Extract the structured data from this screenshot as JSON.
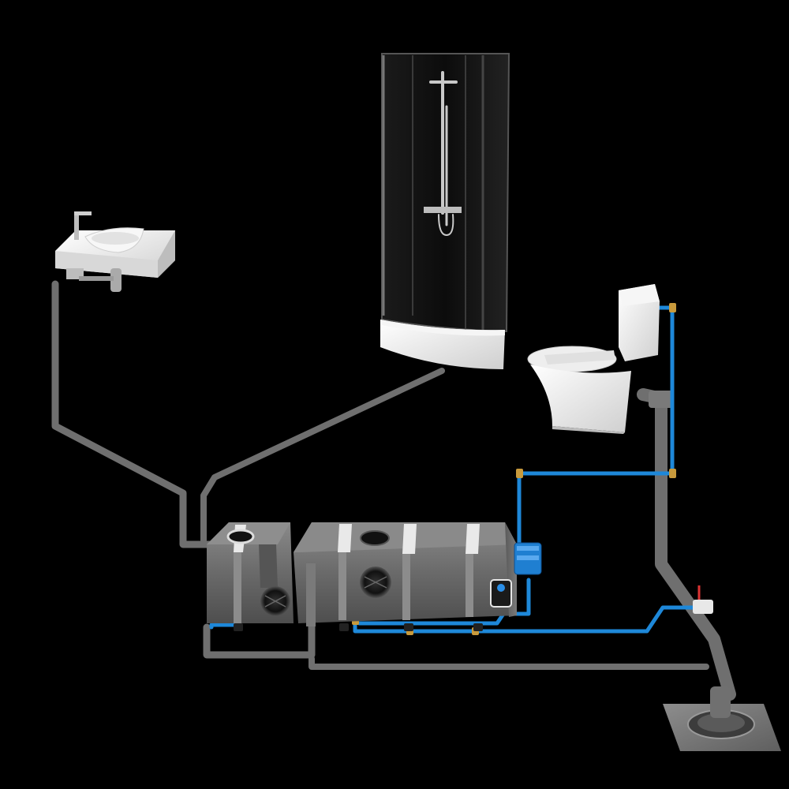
{
  "scene": {
    "colors": {
      "background": "#000000",
      "drain_pipe": "#6f6f6f",
      "water_pipe": "#1e88d9",
      "tank": "#6c6c6c",
      "fixture_white": "#eeeeee",
      "fitting_brass": "#c89a3c"
    },
    "objects": [
      "washbasin",
      "shower-cabin",
      "toilet",
      "greywater-tank",
      "pump",
      "floor-drain"
    ]
  }
}
